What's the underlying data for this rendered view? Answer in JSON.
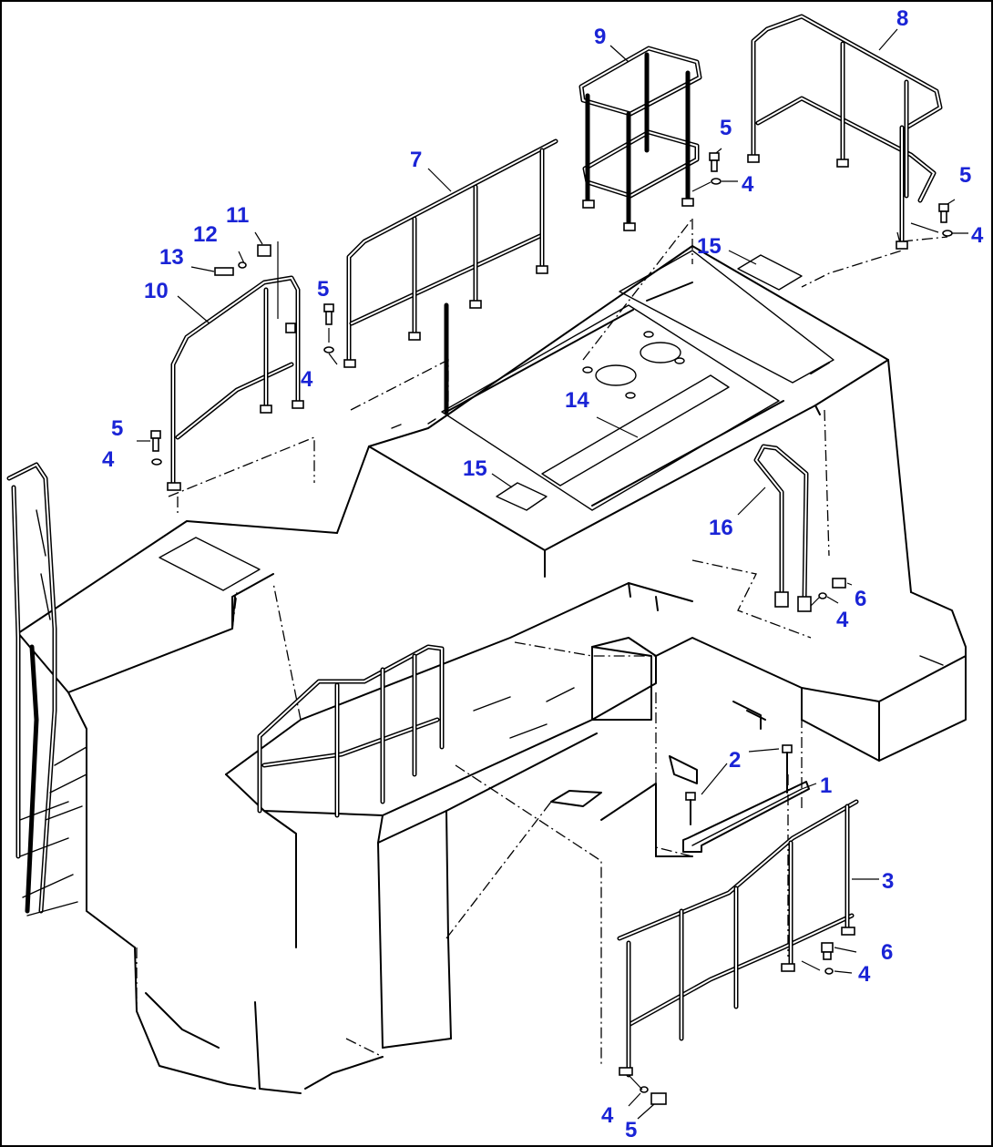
{
  "callouts": {
    "c1": "1",
    "c2": "2",
    "c3": "3",
    "c4a": "4",
    "c4b": "4",
    "c4c": "4",
    "c4d": "4",
    "c4e": "4",
    "c4f": "4",
    "c4g": "4",
    "c5a": "5",
    "c5b": "5",
    "c5c": "5",
    "c5d": "5",
    "c5e": "5",
    "c6a": "6",
    "c6b": "6",
    "c7": "7",
    "c8": "8",
    "c9": "9",
    "c10": "10",
    "c11": "11",
    "c12": "12",
    "c13": "13",
    "c14": "14",
    "c15a": "15",
    "c15b": "15",
    "c16": "16"
  },
  "colors": {
    "callout": "#1a24d6",
    "line": "#000000",
    "background": "#ffffff"
  }
}
